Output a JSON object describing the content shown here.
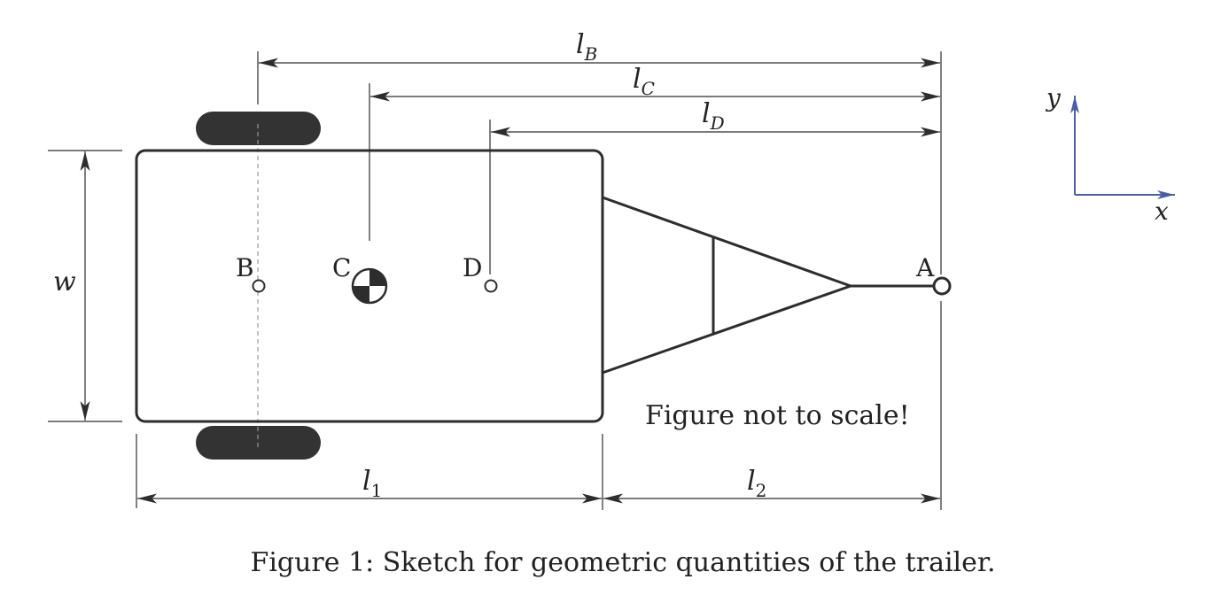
{
  "dimensions": {
    "lB": {
      "main": "l",
      "sub": "B"
    },
    "lC": {
      "main": "l",
      "sub": "C"
    },
    "lD": {
      "main": "l",
      "sub": "D"
    },
    "l1": {
      "main": "l",
      "sub": "1"
    },
    "l2": {
      "main": "l",
      "sub": "2"
    },
    "w": "w"
  },
  "points": {
    "A": "A",
    "B": "B",
    "C": "C",
    "D": "D"
  },
  "axes": {
    "x": "x",
    "y": "y",
    "color": "#4a5fa8"
  },
  "note": "Figure not to scale!",
  "caption": "Figure 1: Sketch for geometric quantities of the trailer.",
  "colors": {
    "line": "#2d2d2d",
    "wheel": "#333333",
    "dashed": "#999999"
  }
}
